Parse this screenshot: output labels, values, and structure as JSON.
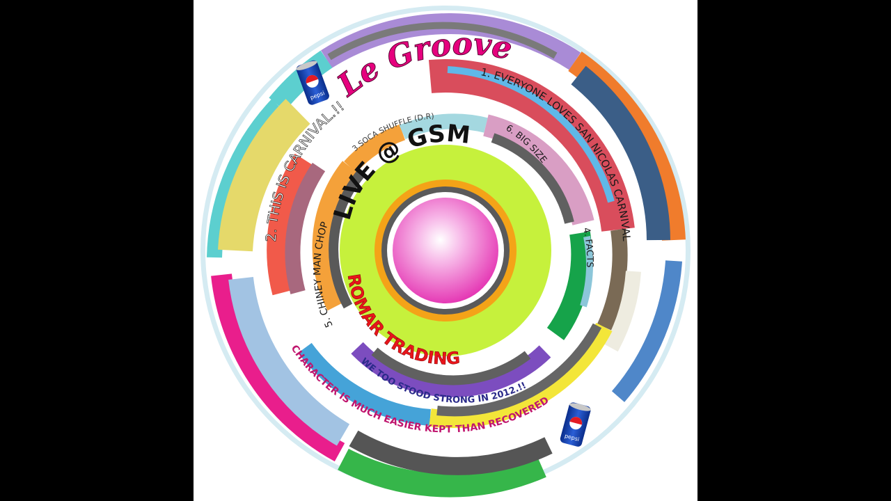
{
  "title": "Le Groove",
  "center_top": "LIVE @ GSM",
  "center_bottom": "ROMAR TRADING",
  "tracks": {
    "t1": "1. EVERYONE LOVES SAN NICOLAS CARNIVAL",
    "t2": "2. THIS IS CARNIVAL.!!",
    "t3": "3.SOCA SHUFFLE (D.R)",
    "t4": "4. FACTS",
    "t5": "5. CHINEY MAN CHOP",
    "t6": "6. BIG SIZE"
  },
  "mottos": {
    "m1": "WE TOO STOOD STRONG IN 2012.!!",
    "m2": "CHARACTER IS MUCH EASIER KEPT THAN RECOVERED"
  },
  "can_label": "pepsi",
  "colors": {
    "title": "#e6007e",
    "center_top": "#111111",
    "center_bottom": "#e8151b",
    "hub_pink": "#ec4dbd",
    "lime": "#c6f13c"
  }
}
